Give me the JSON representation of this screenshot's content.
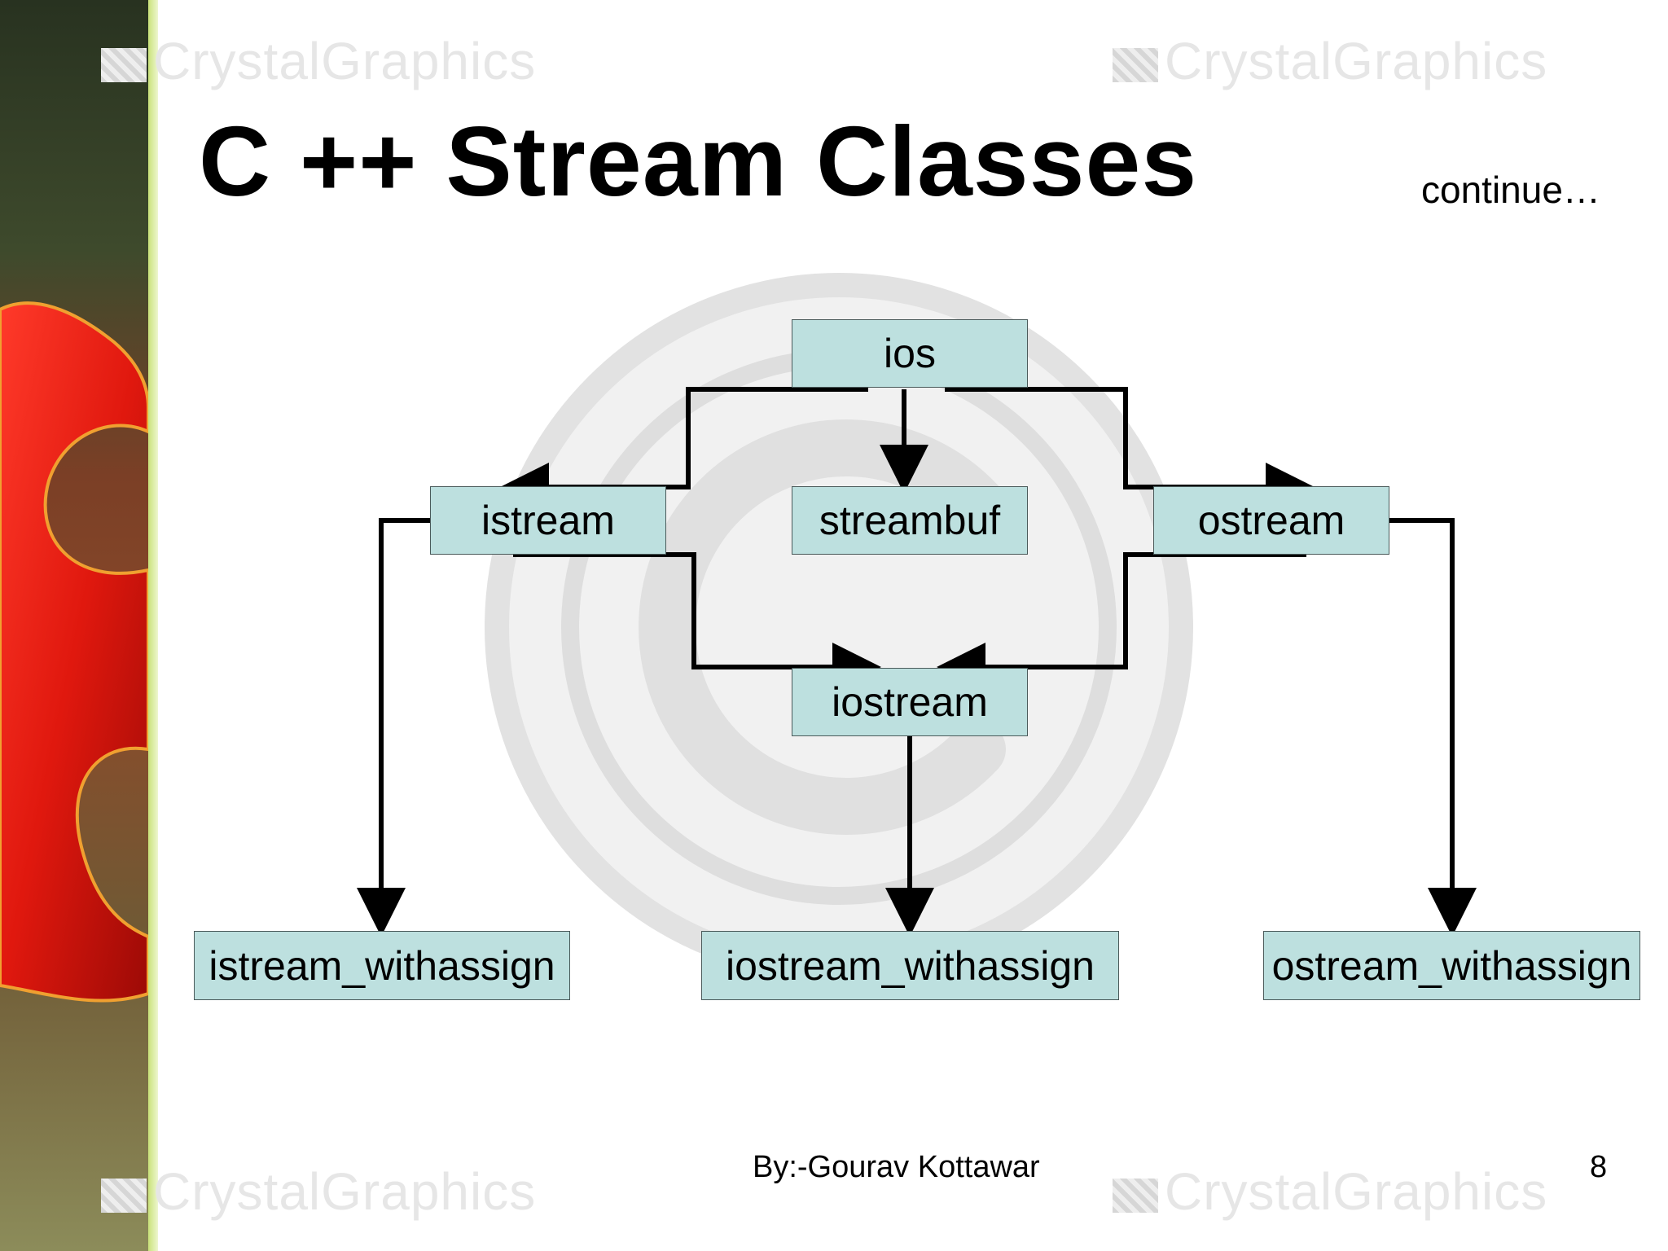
{
  "slide": {
    "title": "C ++ Stream Classes",
    "continue_label": "continue…",
    "watermark_text": "CrystalGraphics",
    "footer": {
      "author": "By:-Gourav Kottawar",
      "page_number": "8"
    }
  },
  "diagram": {
    "nodes": {
      "ios": "ios",
      "istream": "istream",
      "streambuf": "streambuf",
      "ostream": "ostream",
      "iostream": "iostream",
      "istream_withassign": "istream_withassign",
      "iostream_withassign": "iostream_withassign",
      "ostream_withassign": "ostream_withassign"
    },
    "edges": [
      [
        "ios",
        "istream"
      ],
      [
        "ios",
        "streambuf"
      ],
      [
        "ios",
        "ostream"
      ],
      [
        "istream",
        "iostream"
      ],
      [
        "ostream",
        "iostream"
      ],
      [
        "istream",
        "istream_withassign"
      ],
      [
        "iostream",
        "iostream_withassign"
      ],
      [
        "ostream",
        "ostream_withassign"
      ]
    ]
  },
  "colors": {
    "box_fill": "#bde0df",
    "box_border": "#4a5a5a",
    "connector": "#000000",
    "strip_accent": "#c9e27a"
  }
}
